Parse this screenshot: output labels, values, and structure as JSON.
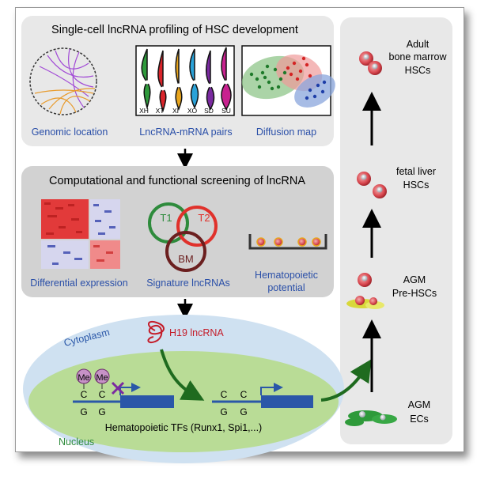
{
  "panel_top": {
    "title": "Single-cell lncRNA profiling of HSC development",
    "captions": [
      "Genomic location",
      "LncRNA-mRNA pairs",
      "Diffusion map"
    ],
    "violin_labels": [
      "XH",
      "XT",
      "XI",
      "XO",
      "SD",
      "SU"
    ]
  },
  "panel_mid": {
    "title": "Computational and functional screening of lncRNA",
    "captions": [
      "Differential expression",
      "Signature lncRNAs"
    ],
    "potential_caption": [
      "Hematopoietic",
      "potential"
    ],
    "venn_labels": [
      "T1",
      "T2",
      "BM"
    ]
  },
  "panel_bottom": {
    "lncrna_label": "H19 lncRNA",
    "cytoplasm_label": "Cytoplasm",
    "nucleus_label": "Nucleus",
    "methyl_label": "Me",
    "base_c": "C",
    "base_g": "G",
    "tf_caption": "Hematopoietic TFs (Runx1, Spi1,...)"
  },
  "stages": [
    {
      "lines": [
        "Adult",
        "bone marrow",
        "HSCs"
      ]
    },
    {
      "lines": [
        "fetal liver",
        "HSCs"
      ]
    },
    {
      "lines": [
        "AGM",
        "Pre-HSCs"
      ]
    },
    {
      "lines": [
        "AGM",
        "ECs"
      ]
    }
  ],
  "colors": {
    "panel_bg": "#e8e8e8",
    "mid_panel_bg": "#d2d2d2",
    "cell_red": "#d9474f",
    "venn_t1": "#2e8b3c",
    "venn_t2": "#e0312b",
    "venn_bm": "#6b1f1f",
    "cytoplasm": "#cfe1f1",
    "nucleus": "#b9dc96",
    "arrow_green": "#1f6b1f",
    "gene_blue": "#2a57a8",
    "methyl_purple": "#c692c6",
    "lncrna_red": "#c41d2a"
  }
}
